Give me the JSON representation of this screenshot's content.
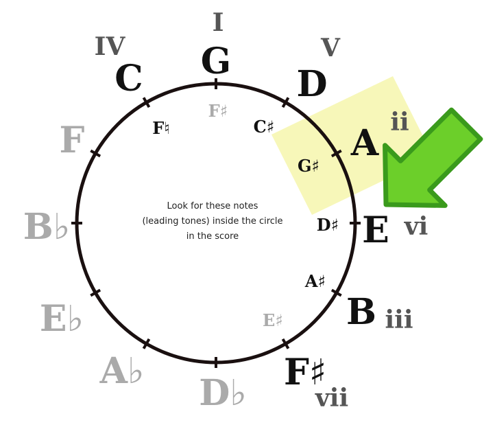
{
  "colors": {
    "highlight": "#f7f7b9",
    "arrow": "#6ccf2a",
    "arrow_border": "#3a9a1c",
    "active": "#111111",
    "inactive": "#aaaaaa"
  },
  "outer_notes": [
    {
      "label": "G",
      "roman": "I",
      "active": true
    },
    {
      "label": "D",
      "roman": "V",
      "active": true
    },
    {
      "label": "A",
      "roman": "ii",
      "active": true
    },
    {
      "label": "E",
      "roman": "vi",
      "active": true
    },
    {
      "label": "B",
      "roman": "iii",
      "active": true
    },
    {
      "label": "F♯",
      "roman": "vii",
      "active": true
    },
    {
      "label": "D♭",
      "active": false
    },
    {
      "label": "A♭",
      "active": false
    },
    {
      "label": "E♭",
      "active": false
    },
    {
      "label": "B♭",
      "active": false
    },
    {
      "label": "F",
      "active": false
    },
    {
      "label": "C",
      "roman": "IV",
      "active": true
    }
  ],
  "inner_notes": [
    {
      "label": "F♯",
      "active": false
    },
    {
      "label": "C♯",
      "active": true
    },
    {
      "label": "G♯",
      "active": true
    },
    {
      "label": "D♯",
      "active": true
    },
    {
      "label": "A♯",
      "active": true
    },
    {
      "label": "E♯",
      "active": false
    },
    {
      "label": "F♮",
      "active": true
    }
  ],
  "caption": [
    "Look for these notes",
    "(leading tones) inside the circle",
    "in the score"
  ]
}
